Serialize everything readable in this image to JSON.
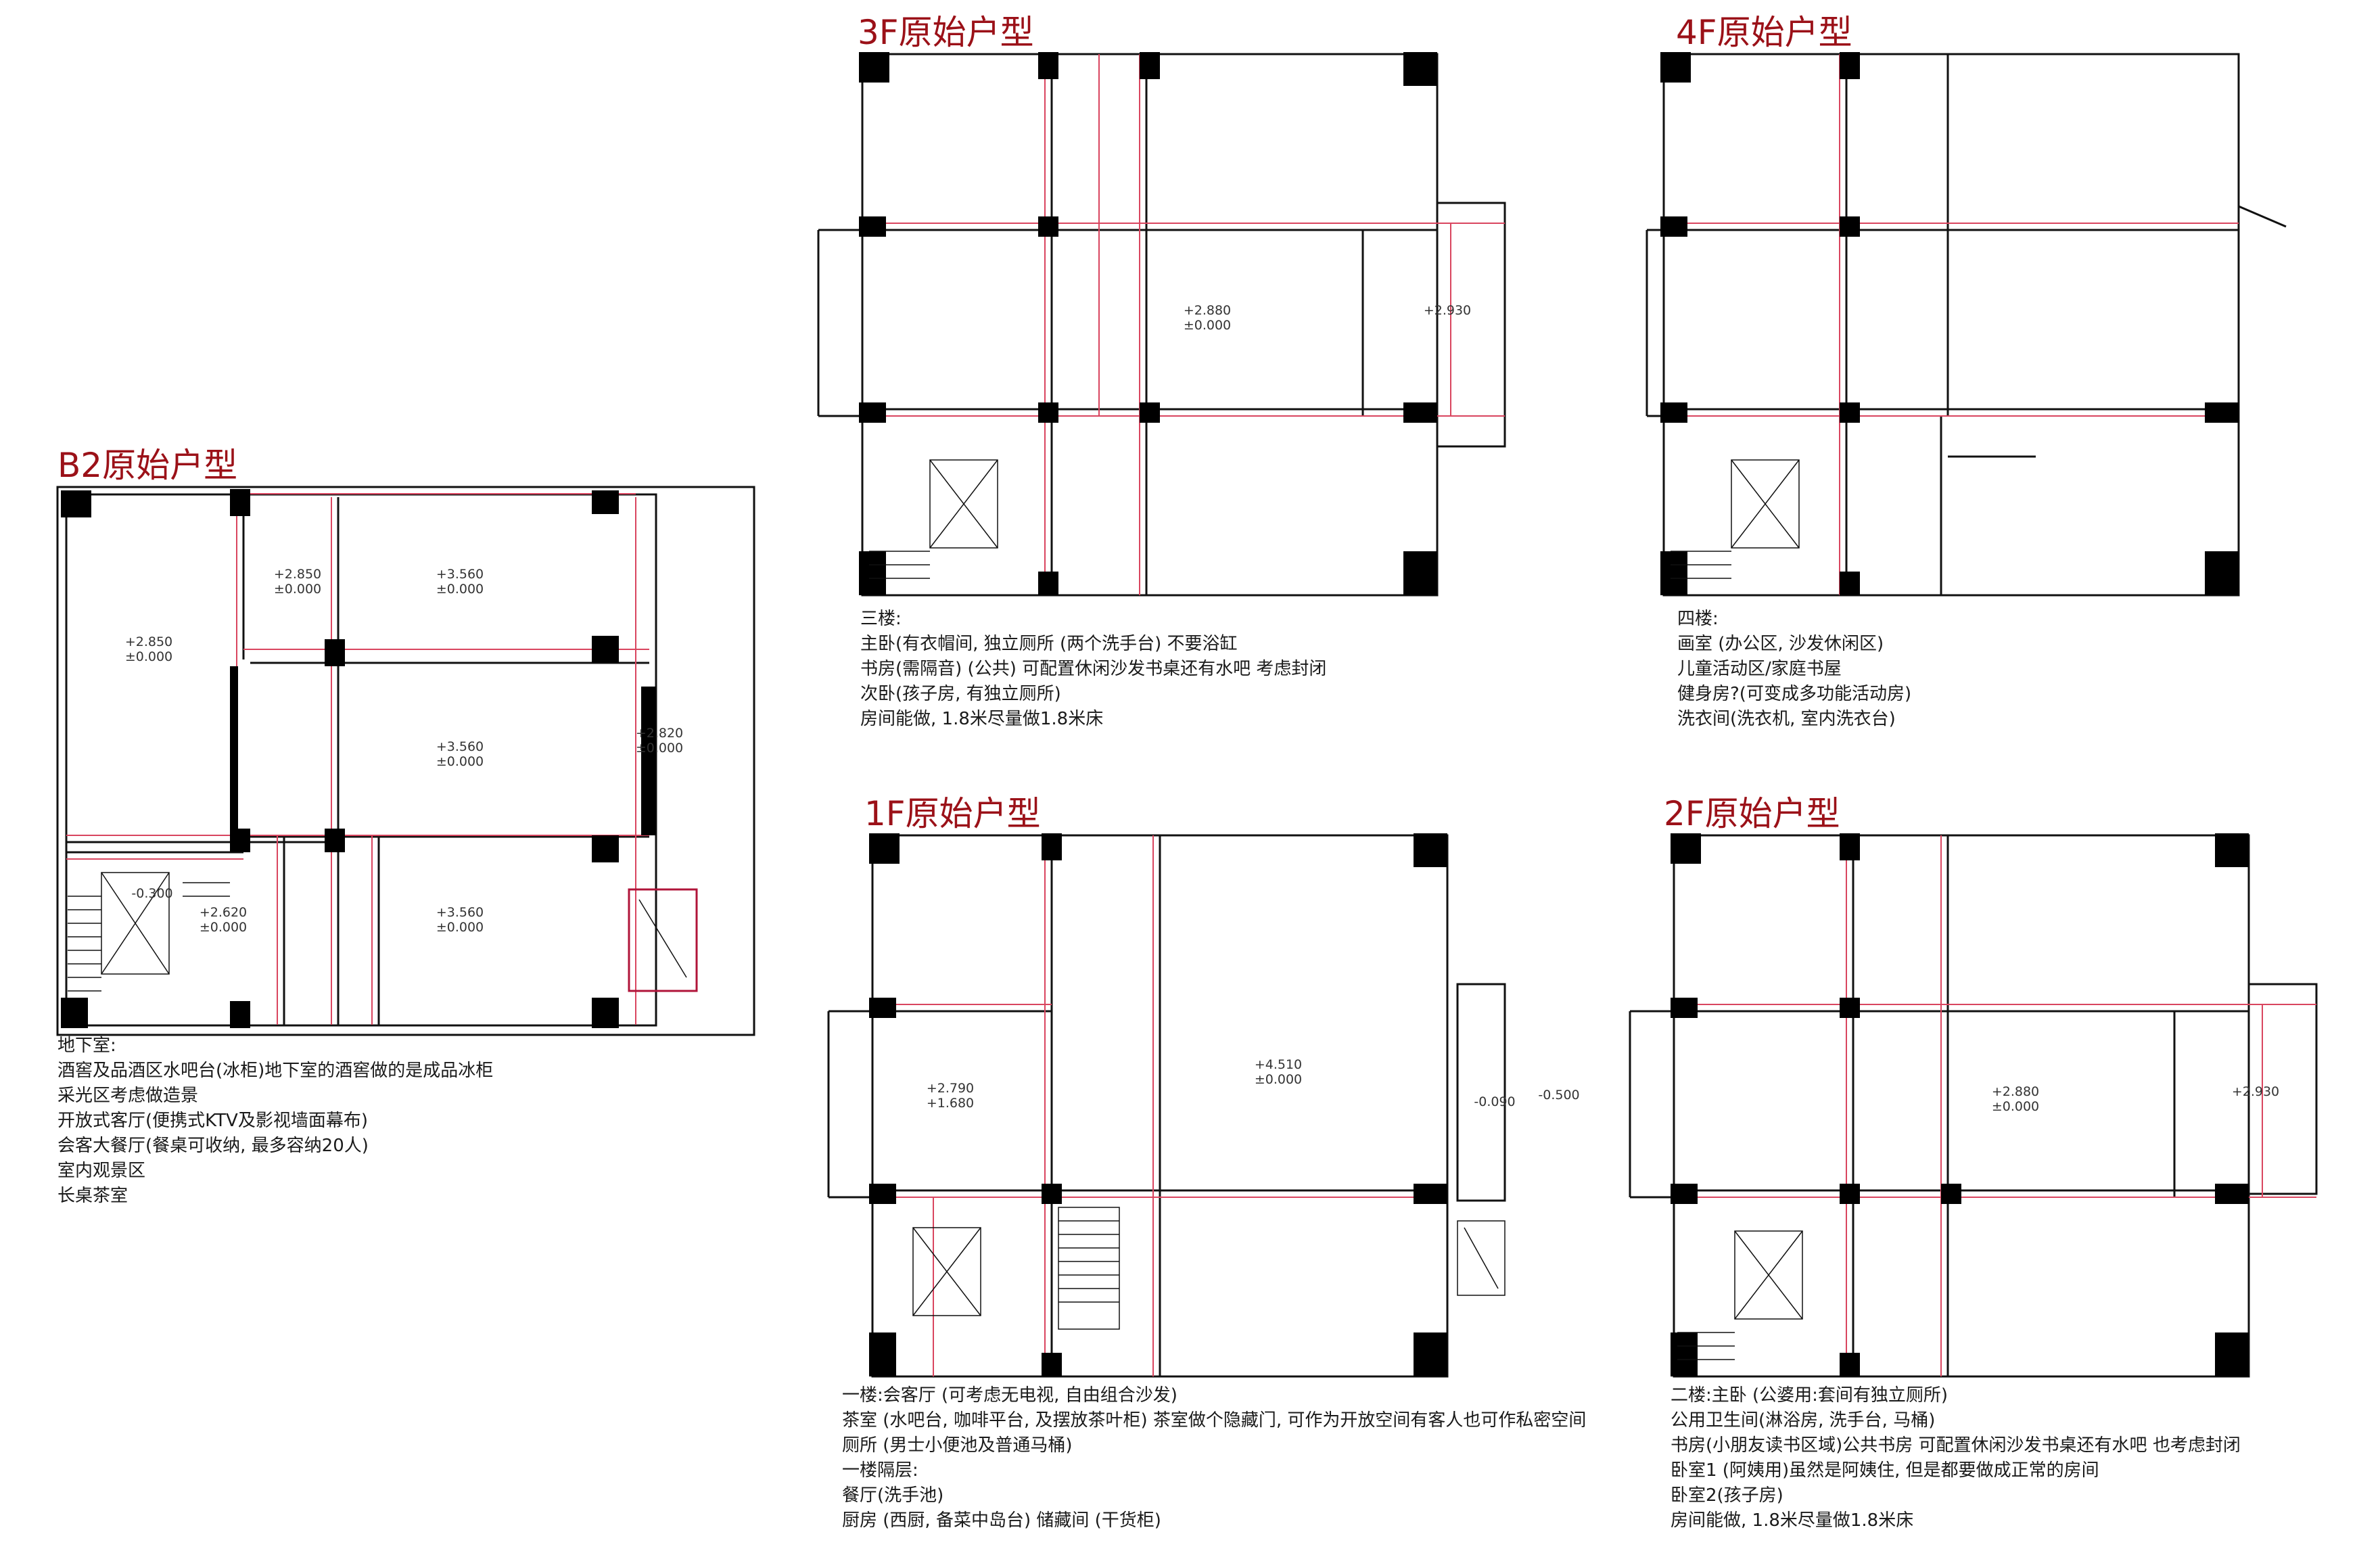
{
  "plans": {
    "b2": {
      "title": "B2原始户型",
      "levels": [
        "+2.850\n±0.000",
        "+2.850\n±0.000",
        "+3.560\n±0.000",
        "+3.560\n±0.000",
        "+2.820\n±0.000",
        "+2.620\n±0.000",
        "+3.560\n±0.000",
        "-0.300"
      ],
      "notes": [
        "地下室:",
        "酒窖及品酒区水吧台(冰柜)地下室的酒窖做的是成品冰柜",
        "采光区考虑做造景",
        "开放式客厅(便携式KTV及影视墙面幕布)",
        "会客大餐厅(餐桌可收纳, 最多容纳20人)",
        "室内观景区",
        "长桌茶室"
      ]
    },
    "f3": {
      "title": "3F原始户型",
      "levels": [
        "+2.880\n±0.000",
        "+2.930"
      ],
      "notes": [
        "三楼:",
        "主卧(有衣帽间, 独立厕所 (两个洗手台) 不要浴缸",
        "书房(需隔音) (公共) 可配置休闲沙发书桌还有水吧  考虑封闭",
        "次卧(孩子房, 有独立厕所)",
        "房间能做, 1.8米尽量做1.8米床"
      ]
    },
    "f4": {
      "title": "4F原始户型",
      "levels": [],
      "notes": [
        "四楼:",
        "画室 (办公区, 沙发休闲区)",
        "儿童活动区/家庭书屋",
        "健身房?(可变成多功能活动房)",
        "洗衣间(洗衣机, 室内洗衣台)"
      ]
    },
    "f1": {
      "title": "1F原始户型",
      "levels": [
        "+2.790\n+1.680",
        "+4.510\n±0.000",
        "-0.090",
        "-0.500"
      ],
      "notes": [
        "一楼:会客厅 (可考虑无电视, 自由组合沙发)",
        "茶室 (水吧台, 咖啡平台, 及摆放茶叶柜) 茶室做个隐藏门, 可作为开放空间有客人也可作私密空间",
        "厕所 (男士小便池及普通马桶)",
        "一楼隔层:",
        "餐厅(洗手池)",
        "厨房 (西厨, 备菜中岛台) 储藏间 (干货柜)"
      ]
    },
    "f2": {
      "title": "2F原始户型",
      "levels": [
        "+2.880\n±0.000",
        "+2.930"
      ],
      "notes": [
        "二楼:主卧 (公婆用:套间有独立厕所)",
        "公用卫生间(淋浴房, 洗手台, 马桶)",
        "书房(小朋友读书区域)公共书房  可配置休闲沙发书桌还有水吧  也考虑封闭",
        "卧室1 (阿姨用)虽然是阿姨住, 但是都要做成正常的房间",
        "卧室2(孩子房)",
        "房间能做, 1.8米尽量做1.8米床"
      ]
    }
  }
}
